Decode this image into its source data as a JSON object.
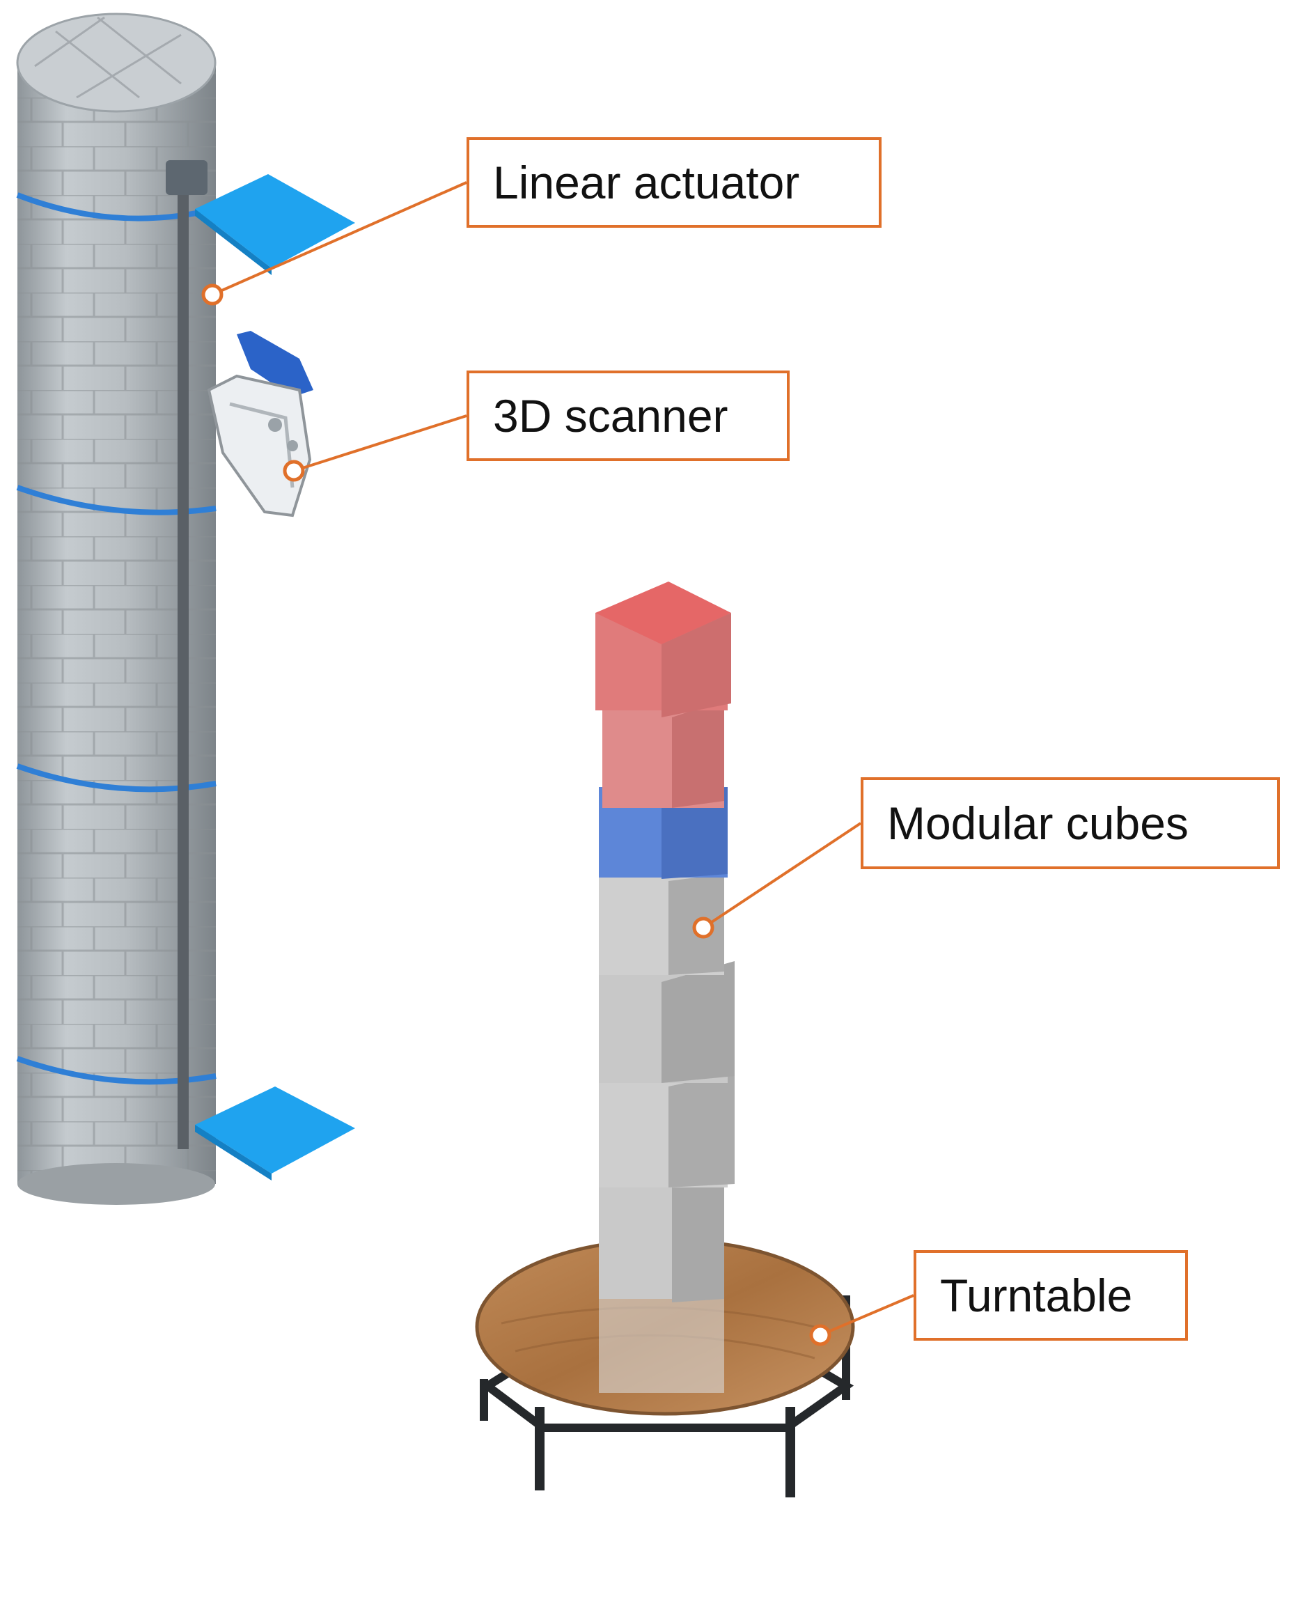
{
  "labels": {
    "linear_actuator": "Linear actuator",
    "scanner": "3D scanner",
    "modular_cubes": "Modular cubes",
    "turntable": "Turntable"
  },
  "colors": {
    "callout_accent": "#e0702a",
    "column_stone": "#b4babe",
    "strap_blue": "#2f7fd6",
    "plate_blue": "#1fa3ef",
    "cube_red": "#e07b7b",
    "cube_blue": "#5d86d8",
    "cube_grey": "#c4c4c4",
    "turntable_wood": "#b47e4d"
  },
  "icons": {
    "column": "stone-column",
    "actuator": "blue-bracket-plate",
    "scanner": "handheld-3d-scanner",
    "cubes": "stacked-cubes",
    "turntable": "wooden-turntable"
  }
}
